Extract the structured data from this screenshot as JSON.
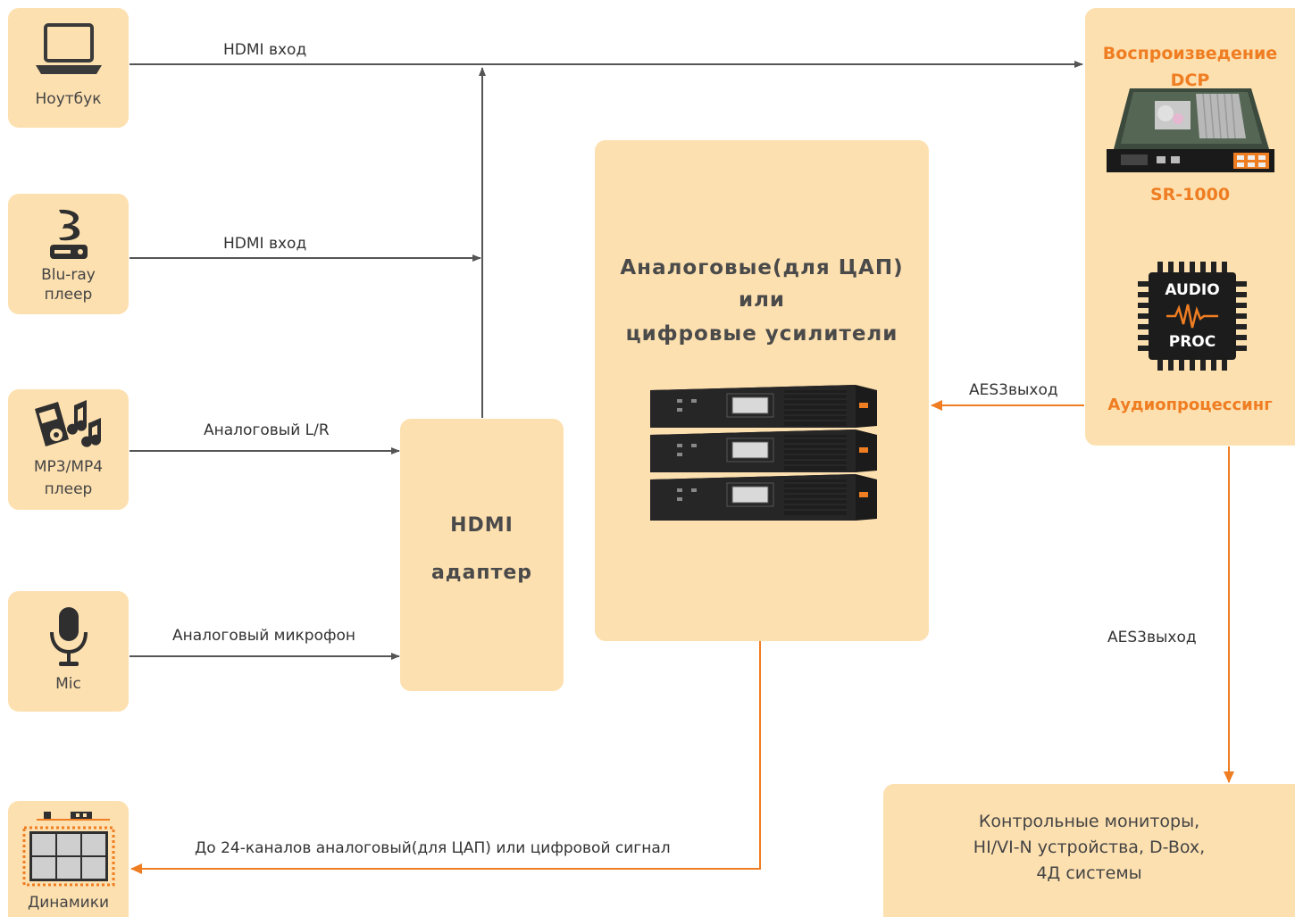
{
  "sources": {
    "laptop": {
      "label": "Ноутбук",
      "icon": "laptop-icon"
    },
    "bluray": {
      "label_line1": "Blu-ray",
      "label_line2": "плеер",
      "icon": "bluray-icon"
    },
    "mp3": {
      "label_line1": "MP3/MP4",
      "label_line2": "плеер",
      "icon": "music-player-icon"
    },
    "mic": {
      "label": "Mic",
      "icon": "microphone-icon"
    },
    "speakers": {
      "label": "Динамики",
      "icon": "speakers-icon"
    }
  },
  "connections": {
    "laptop_to_dcp": "HDMI вход",
    "bluray_to_bus": "HDMI вход",
    "mp3_to_adapter": "Аналоговый L/R",
    "mic_to_adapter": "Аналоговый микрофон",
    "dcp_to_amps": "AES3выход",
    "dcp_to_monitors": "AES3выход",
    "amps_to_speakers": "До 24-каналов аналоговый(для ЦАП) или цифровой сигнал"
  },
  "adapter": {
    "line1": "HDMI",
    "line2": "адаптер"
  },
  "amplifiers": {
    "line1": "Аналоговые(для ЦАП)",
    "line2": "или",
    "line3": "цифровые усилители",
    "image": "amplifier-rack-image"
  },
  "dcp": {
    "title_line1": "Воспроизведение",
    "title_line2": "DCP",
    "model": "SR-1000",
    "chip_top": "AUDIO",
    "chip_bottom": "PROC",
    "processing_label": "Аудиопроцессинг"
  },
  "monitors": {
    "line1": "Контрольные мониторы,",
    "line2": "HI/VI-N устройства, D-Box,",
    "line3": "4Д системы"
  },
  "colors": {
    "box": "#fde0b0",
    "orange": "#ef7d22",
    "line": "#555555"
  }
}
